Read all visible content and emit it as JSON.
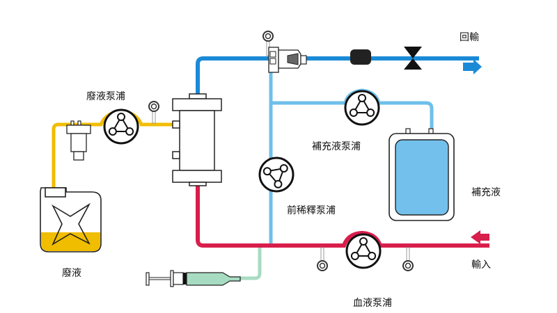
{
  "title": "CRRT circuit diagram",
  "colors": {
    "return_line": "#1b8ad6",
    "replacement_line": "#6ec0ea",
    "blood_line": "#d81e4b",
    "waste_line": "#f1bd00",
    "anticoag_line": "#a8dcc2",
    "replacement_bag_fill": "#74c0ec",
    "waste_fill": "#f1bd00",
    "syringe_fill": "#a8dcc2",
    "outline": "#222222"
  },
  "labels": {
    "waste_pump": "廢液泵浦",
    "return": "回輸",
    "replacement_pump": "補充液泵浦",
    "predilution_pump": "前稀釋泵浦",
    "replacement_fluid": "補充液",
    "waste": "廢液",
    "input": "輸入",
    "blood_pump": "血液泵浦"
  }
}
